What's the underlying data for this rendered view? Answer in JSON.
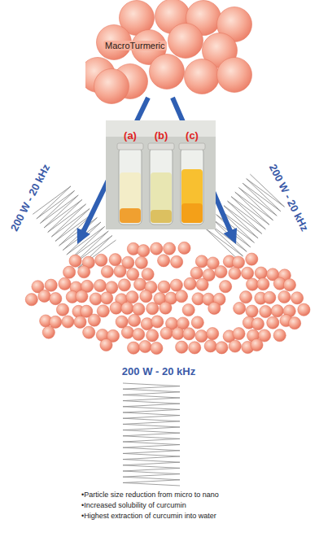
{
  "diagram": {
    "nodes": [
      {
        "text": [
          "MacroTurmeric"
        ]
      }
    ],
    "labels": [
      "(a)",
      "(b)",
      "(c)",
      "200 W - 20 kHz",
      "200 W - 20 kHz",
      "200 W - 20 kHz",
      "•Particle size reduction from micro to nano",
      "•Increased solubility of curcumin",
      "•Highest extraction of curcumin into water"
    ]
  }
}
